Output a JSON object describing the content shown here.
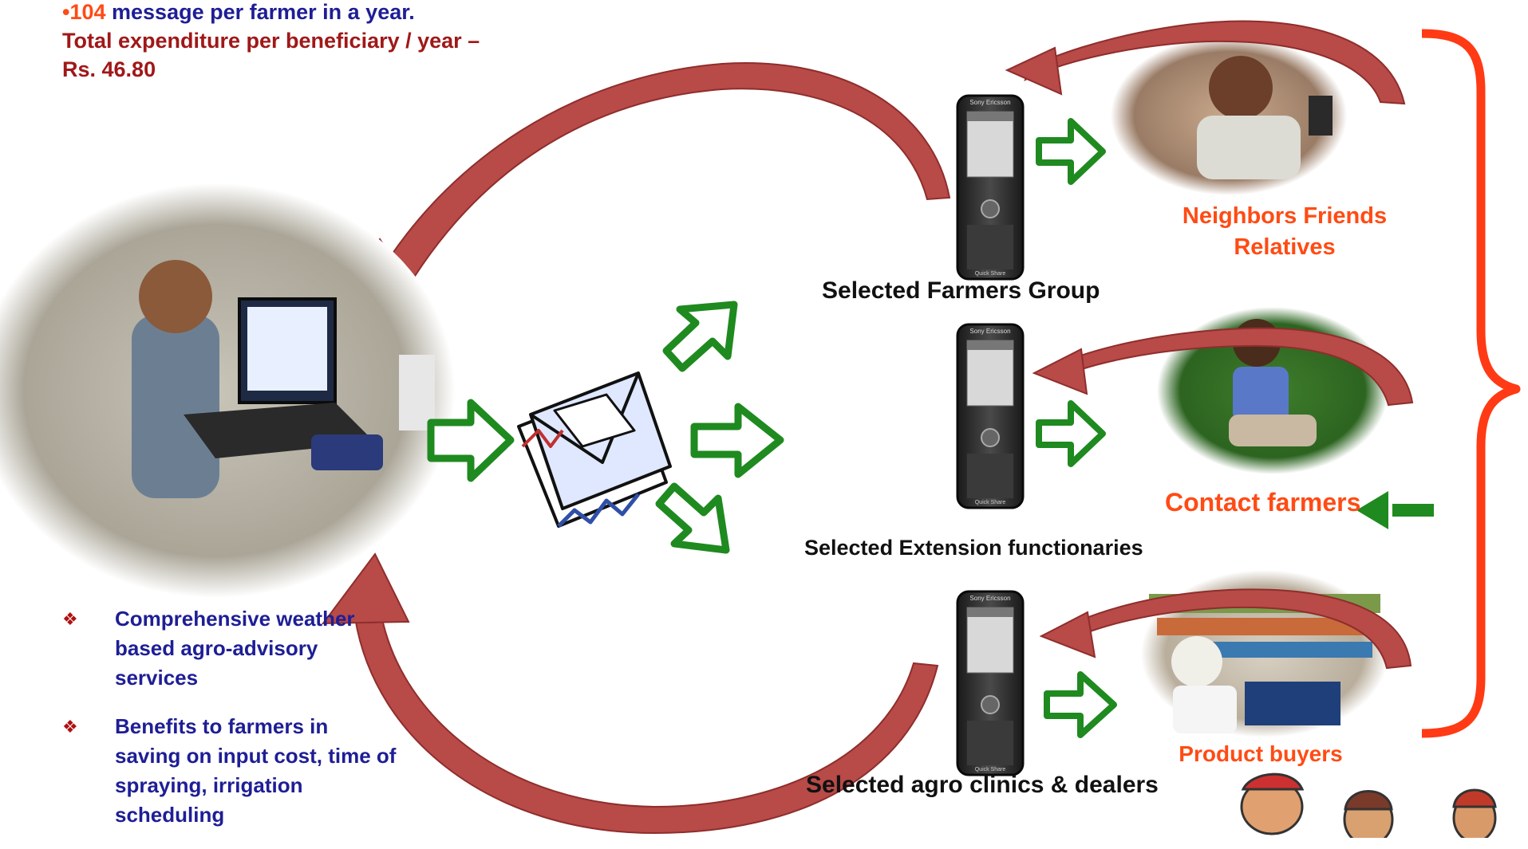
{
  "top_note": {
    "line1_num": "104",
    "line1_rest": " message per farmer in a year.",
    "line2": "Total expenditure per beneficiary / year –",
    "line3": "Rs. 46.80"
  },
  "labels": {
    "group1_caption": "Selected Farmers Group",
    "group1_audience_a": "Neighbors Friends",
    "group1_audience_b": "Relatives",
    "group2_caption": "Selected Extension functionaries",
    "group2_audience": "Contact farmers",
    "group3_caption": "Selected agro clinics & dealers",
    "group3_audience": "Product buyers"
  },
  "phone": {
    "brand": "Sony Ericsson",
    "key_label": "Quick Share"
  },
  "bullets": [
    {
      "marker": "❖",
      "text": "Comprehensive weather based agro-advisory services"
    },
    {
      "marker": "❖",
      "text": "Benefits to farmers in saving on input cost, time of spraying, irrigation scheduling"
    }
  ],
  "colors": {
    "loop_arrow": "#b84a48",
    "loop_arrow_dark": "#8e2e2c",
    "green_arrow": "#1f8a1f",
    "brace": "#ff3a14",
    "orange_text": "#ff4b14",
    "navy_text": "#1e1e96",
    "dark_red_text": "#a01818"
  }
}
